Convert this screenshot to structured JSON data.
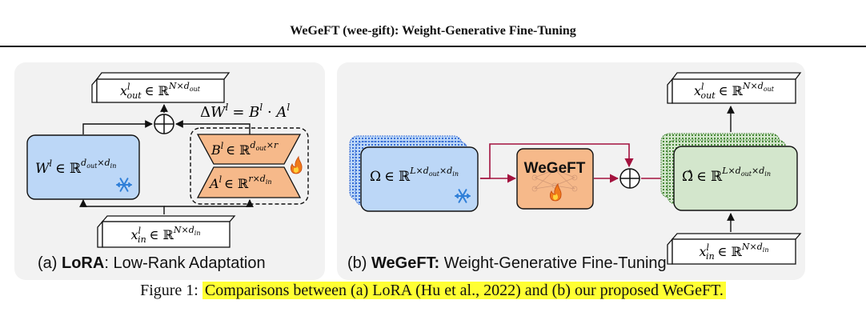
{
  "header": {
    "title": "WeGeFT (wee-gift): Weight-Generative Fine-Tuning"
  },
  "panel_a": {
    "caption_prefix": "(a) ",
    "caption_bold": "LoRA",
    "caption_rest": ": Low-Rank Adaptation",
    "x_out": {
      "base": "x",
      "sup": "l",
      "sub": "out",
      "rel": "∈ ℝ",
      "exp_pre": "N×d",
      "exp_sub": "out"
    },
    "x_in": {
      "base": "x",
      "sup": "l",
      "sub": "in",
      "rel": "∈ ℝ",
      "exp_pre": "N×d",
      "exp_sub": "in"
    },
    "w": {
      "base": "W",
      "sup": "l",
      "rel": "∈ ℝ",
      "exp_a": "d",
      "exp_a_sub": "out",
      "exp_mid": "×d",
      "exp_b_sub": "in"
    },
    "delta": {
      "pre": "Δ",
      "base": "W",
      "sup": "l",
      "eq": "= ",
      "b": "B",
      "b_sup": "l",
      "dot": " · ",
      "a": "A",
      "a_sup": "l"
    },
    "b_matrix": {
      "base": "B",
      "sup": "l",
      "rel": "∈ ℝ",
      "exp_a": "d",
      "exp_a_sub": "out",
      "exp_mid": "×r"
    },
    "a_matrix": {
      "base": "A",
      "sup": "l",
      "rel": "∈ ℝ",
      "exp_a": "r×d",
      "exp_a_sub": "in"
    }
  },
  "panel_b": {
    "caption_prefix": "(b) ",
    "caption_bold": "WeGeFT:",
    "caption_rest": " Weight-Generative Fine-Tuning",
    "omega": {
      "base": "Ω",
      "rel": "∈ ℝ",
      "exp_a": "L×d",
      "exp_a_sub": "out",
      "exp_mid": "×d",
      "exp_b_sub": "in"
    },
    "omega_hat": {
      "base": "Ω̂",
      "rel": "∈ ℝ",
      "exp_a": "L×d",
      "exp_a_sub": "out",
      "exp_mid": "×d",
      "exp_b_sub": "in"
    },
    "generator_label": "WeGeFT",
    "x_out": {
      "base": "x",
      "sup": "l",
      "sub": "out",
      "rel": "∈ ℝ",
      "exp_pre": "N×d",
      "exp_sub": "out"
    },
    "x_in": {
      "base": "x",
      "sup": "l",
      "sub": "in",
      "rel": "∈ ℝ",
      "exp_pre": "N×d",
      "exp_sub": "in"
    }
  },
  "figure_caption": {
    "label": "Figure 1: ",
    "text": "Comparisons between (a) LoRA (Hu et al., 2022) and (b) our proposed WeGeFT."
  },
  "icons": {
    "frozen": "snowflake-icon",
    "trainable": "flame-icon",
    "add": "circled-plus-icon"
  },
  "colors": {
    "frozen_fill": "#bcd7f7",
    "frozen_stroke": "#3a6fd6",
    "trainable_fill": "#f6b98a",
    "trainable_stroke": "#c86a2e",
    "output_fill": "#d3e6cc",
    "output_stroke": "#5a9a4b",
    "flow_red": "#a3123e",
    "highlight": "#ffff33"
  }
}
